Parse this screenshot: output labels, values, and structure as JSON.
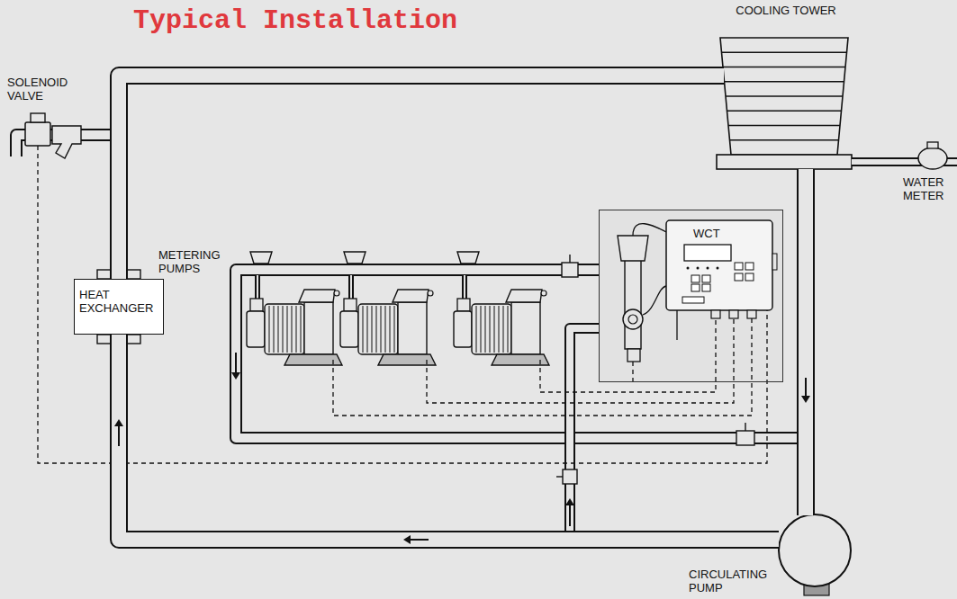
{
  "diagram": {
    "title": "Typical Installation",
    "nodes": [
      {
        "text": [
          "COOLING TOWER"
        ]
      },
      {
        "text": [
          "HEAT EXCHANGER"
        ]
      },
      {
        "text": [
          "WCT"
        ]
      },
      {
        "text": [
          "CIRCULATING PUMP"
        ]
      }
    ],
    "edges": [
      {
        "from": 0,
        "to": 3,
        "arrow": "none"
      },
      {
        "from": 3,
        "to": 1,
        "arrow": "none"
      },
      {
        "from": 1,
        "to": 0,
        "arrow": "none"
      }
    ],
    "labels": [
      "SOLENOID VALVE",
      "WATER METER",
      "METERING PUMPS"
    ]
  }
}
